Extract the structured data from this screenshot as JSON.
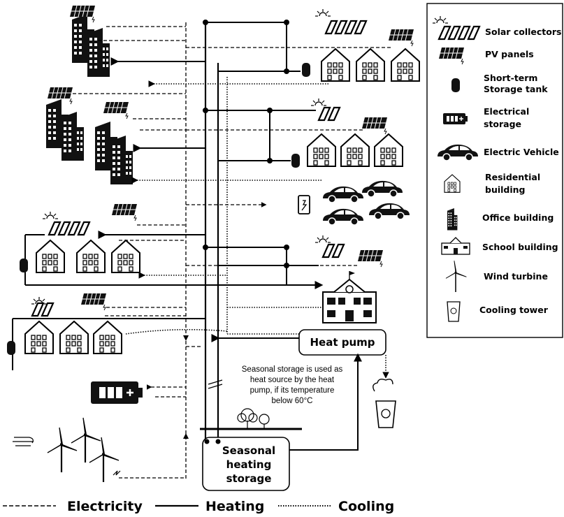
{
  "legend": {
    "items": [
      {
        "icon": "solar-collector-icon",
        "label": "Solar collectors"
      },
      {
        "icon": "pv-panel-icon",
        "label": "PV panels"
      },
      {
        "icon": "storage-tank-icon",
        "label_line1": "Short-term",
        "label_line2": "Storage tank"
      },
      {
        "icon": "battery-icon",
        "label_line1": "Electrical",
        "label_line2": "storage"
      },
      {
        "icon": "car-icon",
        "label": "Electric Vehicle"
      },
      {
        "icon": "house-icon",
        "label_line1": "Residential",
        "label_line2": "building"
      },
      {
        "icon": "office-icon",
        "label": "Office building"
      },
      {
        "icon": "school-icon",
        "label": "School building"
      },
      {
        "icon": "wind-turbine-icon",
        "label": "Wind turbine"
      },
      {
        "icon": "cooling-tower-icon",
        "label": "Cooling tower"
      }
    ]
  },
  "heat_pump": {
    "label": "Heat pump"
  },
  "seasonal_storage": {
    "line1": "Seasonal",
    "line2": "heating",
    "line3": "storage"
  },
  "note": {
    "line1": "Seasonal storage is used as",
    "line2": "heat source by the heat",
    "line3": "pump, if its temperature",
    "line4": "below 60°C"
  },
  "line_key": {
    "electricity": "Electricity",
    "heating": "Heating",
    "cooling": "Cooling"
  }
}
